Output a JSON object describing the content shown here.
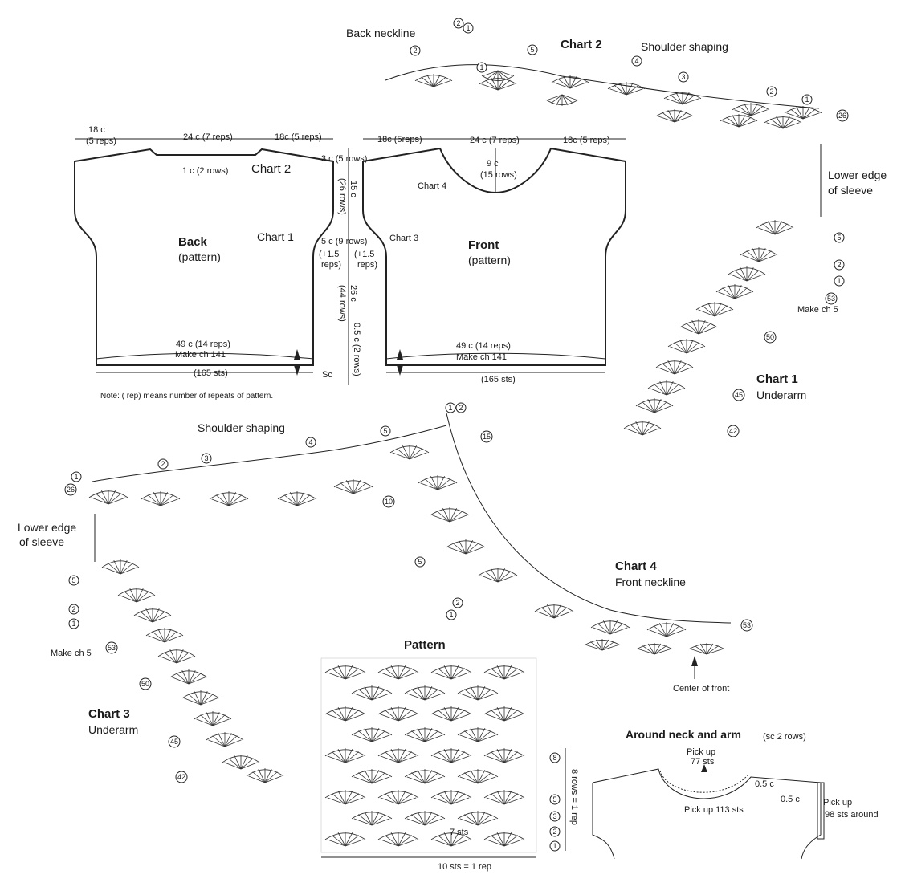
{
  "labels": {
    "back_neckline": "Back neckline",
    "chart2": "Chart 2",
    "shoulder_shaping_top": "Shoulder shaping",
    "lower_edge_sleeve_right_1": "Lower edge",
    "lower_edge_sleeve_right_2": "of sleeve",
    "make_ch5_right": "Make ch 5",
    "chart1": "Chart 1",
    "underarm_right": "Underarm",
    "shoulder_shaping_mid": "Shoulder shaping",
    "lower_edge_sleeve_left_1": "Lower edge",
    "lower_edge_sleeve_left_2": "of sleeve",
    "make_ch5_left": "Make ch 5",
    "chart3": "Chart 3",
    "underarm_left": "Underarm",
    "chart4": "Chart 4",
    "front_neckline": "Front neckline",
    "center_of_front": "Center of front",
    "pattern": "Pattern",
    "pattern_rows": "8 rows = 1 rep",
    "pattern_sts": "10 sts = 1 rep",
    "pattern_7sts": "7 sts",
    "around_title": "Around neck and arm",
    "around_sub": "(sc 2 rows)",
    "pick_up_77_1": "Pick up",
    "pick_up_77_2": "77 sts",
    "pick_up_113": "Pick up 113 sts",
    "pick_up_98_1": "Pick up",
    "pick_up_98_2": "98 sts around",
    "c05_a": "0.5 c",
    "c05_b": "0.5 c"
  },
  "schematic": {
    "back_title": "Back",
    "back_sub": "(pattern)",
    "front_title": "Front",
    "front_sub": "(pattern)",
    "chart1": "Chart 1",
    "chart2": "Chart 2",
    "chart3": "Chart 3",
    "chart4": "Chart 4",
    "back_18c": "18 c",
    "back_5reps": "(5 reps)",
    "back_24c": "24 c (7 reps)",
    "back_18c_5": "18c (5 reps)",
    "front_18c_a": "18c (5reps)",
    "front_24c": "24 c (7 reps)",
    "front_18c_b": "18c (5 reps)",
    "back_1c": "1 c (2 rows)",
    "neck_9c": "9 c",
    "neck_15rows": "(15 rows)",
    "side_3c": "3 c (5 rows)",
    "side_15c": "15 c",
    "side_26rows": "(26 rows)",
    "side_5c": "5 c (9 rows)",
    "side_15reps_l1": "(+1.5",
    "side_15reps_l2": "reps)",
    "side_15reps_r1": "(+1.5",
    "side_15reps_r2": "reps)",
    "side_26c": "26 c",
    "side_44rows": "(44 rows)",
    "side_05c": "0.5 c (2 rows)",
    "back_49c": "49 c (14 reps)",
    "back_ch141": "Make ch 141",
    "front_49c": "49 c (14 reps)",
    "front_ch141": "Make ch 141",
    "back_165": "(165 sts)",
    "front_165": "(165 sts)",
    "sc": "Sc",
    "note": "Note: ( rep) means number of repeats of pattern."
  },
  "row_markers": {
    "c2_2": "2",
    "c2_1": "1",
    "c2_2b": "2",
    "c2_5": "5",
    "c2_1b": "1",
    "c2_4": "4",
    "c2_3": "3",
    "c2_2c": "2",
    "c2_1c": "1",
    "c2_26": "26",
    "c1_5": "5",
    "c1_2": "2",
    "c1_1": "1",
    "c1_53": "53",
    "c1_50": "50",
    "c1_45": "45",
    "c1_42": "42",
    "c4_1": "1",
    "c4_2": "2",
    "c4_15": "15",
    "c4_5": "5",
    "c4_4": "4",
    "c4_10": "10",
    "c4_5b": "5",
    "c4_2b": "2",
    "c4_1b": "1",
    "c4_53": "53",
    "c4_3": "3",
    "c4_2c": "2",
    "c4_1c": "1",
    "c4_26": "26",
    "c3_5": "5",
    "c3_2": "2",
    "c3_1": "1",
    "c3_53": "53",
    "c3_50": "50",
    "c3_45": "45",
    "c3_42": "42",
    "p_8": "8",
    "p_5": "5",
    "p_3": "3",
    "p_2": "2",
    "p_1": "1"
  },
  "colors": {
    "ink": "#1a1a1a",
    "background": "#ffffff"
  }
}
